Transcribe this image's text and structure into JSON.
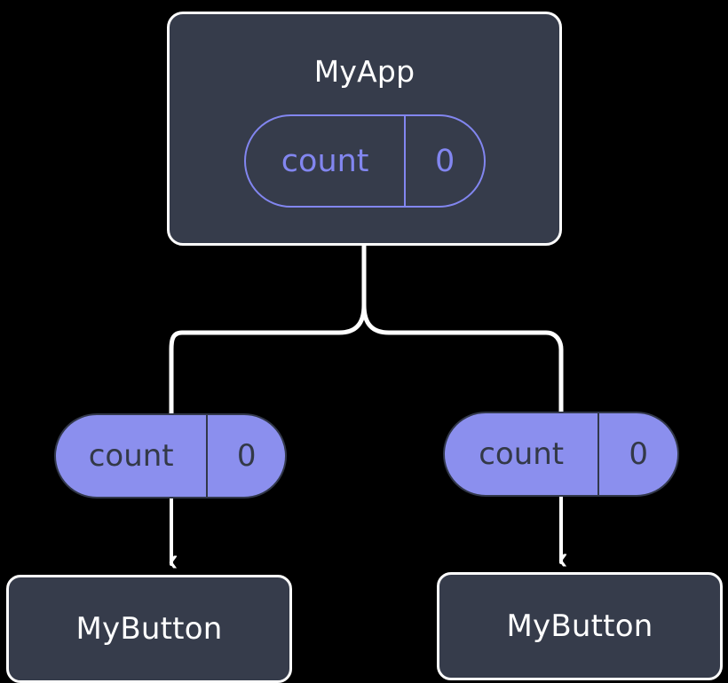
{
  "diagram": {
    "title": "MyApp component tree with count state",
    "background_color": "#000000",
    "colors": {
      "card_fill": "#363c4b",
      "card_border": "#fdfdfd",
      "card_text": "#ffffff",
      "pill_outline_stroke": "#8286f0",
      "pill_outline_text": "#8286f0",
      "pill_filled_fill": "#8b8fee",
      "pill_filled_stroke": "#32384a",
      "pill_filled_text": "#333947",
      "edge_color": "#ffffff"
    }
  },
  "root": {
    "label": "MyApp",
    "state": {
      "key": "count",
      "value": "0"
    }
  },
  "branches": [
    {
      "props": {
        "key": "count",
        "value": "0"
      },
      "child": {
        "label": "MyButton"
      }
    },
    {
      "props": {
        "key": "count",
        "value": "0"
      },
      "child": {
        "label": "MyButton"
      }
    }
  ],
  "edges": {
    "root_to_split_label": "",
    "split_to_left_label": "",
    "split_to_right_label": "",
    "left_props_to_child_label": "",
    "right_props_to_child_label": ""
  }
}
